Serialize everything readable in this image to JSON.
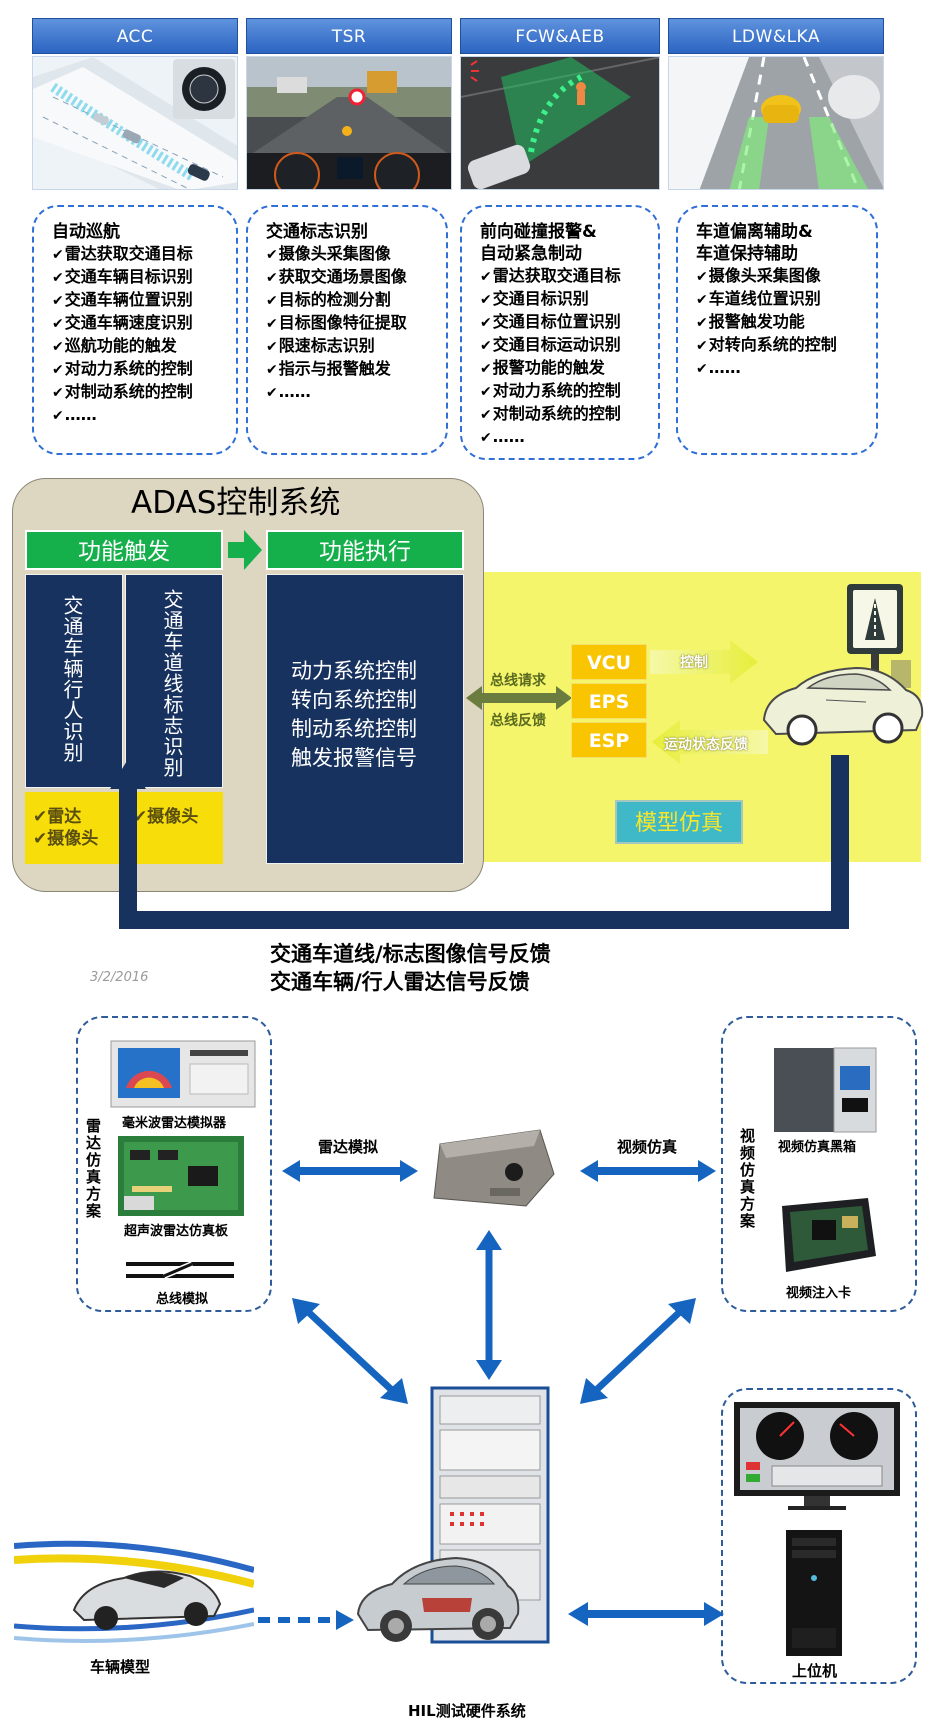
{
  "features": [
    {
      "header": "ACC",
      "title_lines": [
        "自动巡航"
      ],
      "items": [
        "雷达获取交通目标",
        "交通车辆目标识别",
        "交通车辆位置识别",
        "交通车辆速度识别",
        "巡航功能的触发",
        "对动力系统的控制",
        "对制动系统的控制",
        "……"
      ]
    },
    {
      "header": "TSR",
      "title_lines": [
        "交通标志识别"
      ],
      "items": [
        "摄像头采集图像",
        "获取交通场景图像",
        "目标的检测分割",
        "目标图像特征提取",
        "限速标志识别",
        "指示与报警触发",
        "……"
      ]
    },
    {
      "header": "FCW&AEB",
      "title_lines": [
        "前向碰撞报警&",
        "自动紧急制动"
      ],
      "items": [
        "雷达获取交通目标",
        "交通目标识别",
        "交通目标位置识别",
        "交通目标运动识别",
        "报警功能的触发",
        "对动力系统的控制",
        "对制动系统的控制",
        "……"
      ]
    },
    {
      "header": "LDW&LKA",
      "title_lines": [
        "车道偏离辅助&",
        "车道保持辅助"
      ],
      "items": [
        "摄像头采集图像",
        "车道线位置识别",
        "报警触发功能",
        "对转向系统的控制",
        "……"
      ]
    }
  ],
  "adas": {
    "title": "ADAS控制系统",
    "trigger_label": "功能触发",
    "execute_label": "功能执行",
    "left_vertical": "交通车辆行人识别",
    "right_vertical": "交通车道线标志识别",
    "sensor_left": [
      "雷达",
      "摄像头"
    ],
    "sensor_right": [
      "摄像头"
    ],
    "execute_lines": [
      "动力系统控制",
      "转向系统控制",
      "制动系统控制",
      "触发报警信号"
    ],
    "bus_request": "总线请求",
    "bus_feedback": "总线反馈",
    "bus_units": [
      "VCU",
      "EPS",
      "ESP"
    ],
    "control_label": "控制",
    "motion_feedback": "运动状态反馈",
    "model_sim": "模型仿真",
    "feedback_lines": [
      "交通车道线/标志图像信号反馈",
      "交通车辆/行人雷达信号反馈"
    ]
  },
  "date_stamp": "3/2/2016",
  "hil": {
    "radar_group_title": "雷达仿真方案",
    "mmwave": "毫米波雷达模拟器",
    "ultrasonic": "超声波雷达仿真板",
    "bus_sim": "总线模拟",
    "radar_sim_label": "雷达模拟",
    "video_sim_label": "视频仿真",
    "video_group_title": "视频仿真方案",
    "video_blackbox": "视频仿真黑箱",
    "video_card": "视频注入卡",
    "vehicle_model": "车辆模型",
    "hil_system": "HIL测试硬件系统",
    "host_pc": "上位机"
  },
  "colors": {
    "header_blue": "#2b64c2",
    "dash_blue": "#2f6fd6",
    "green": "#15b04b",
    "navy": "#17325f",
    "yellow": "#f7dd0a",
    "arrow_blue": "#1565c0"
  }
}
